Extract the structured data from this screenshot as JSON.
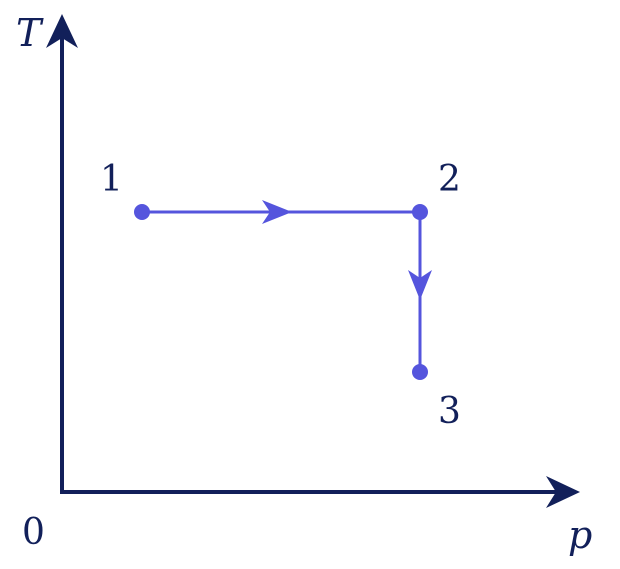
{
  "axes": {
    "y_label": "T",
    "x_label": "p",
    "origin_label": "0"
  },
  "states": [
    {
      "label": "1"
    },
    {
      "label": "2"
    },
    {
      "label": "3"
    }
  ],
  "colors": {
    "axis": "#12205a",
    "process": "#5555dd"
  }
}
